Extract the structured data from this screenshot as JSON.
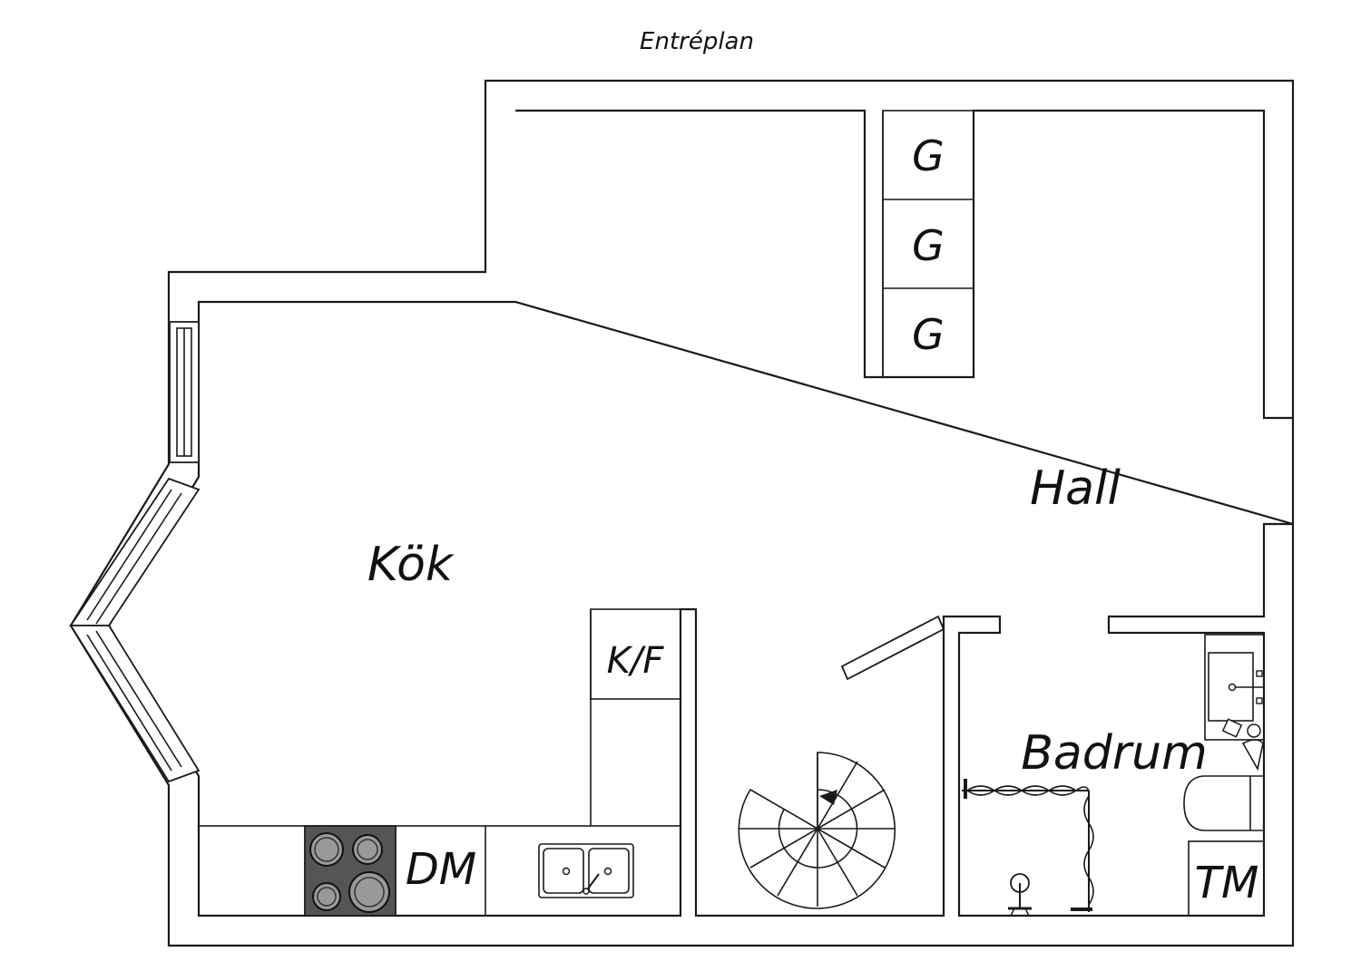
{
  "plan": {
    "title": "Entréplan",
    "rooms": {
      "kitchen": "Kök",
      "hall": "Hall",
      "bathroom": "Badrum"
    },
    "fixtures": {
      "wardrobe_1": "G",
      "wardrobe_2": "G",
      "wardrobe_3": "G",
      "fridge_freezer": "K/F",
      "dishwasher": "DM",
      "washing_machine": "TM"
    }
  },
  "colors": {
    "line": "#1a1a1a",
    "background": "#ffffff",
    "stove_top": "#555555",
    "burner": "#999999"
  }
}
